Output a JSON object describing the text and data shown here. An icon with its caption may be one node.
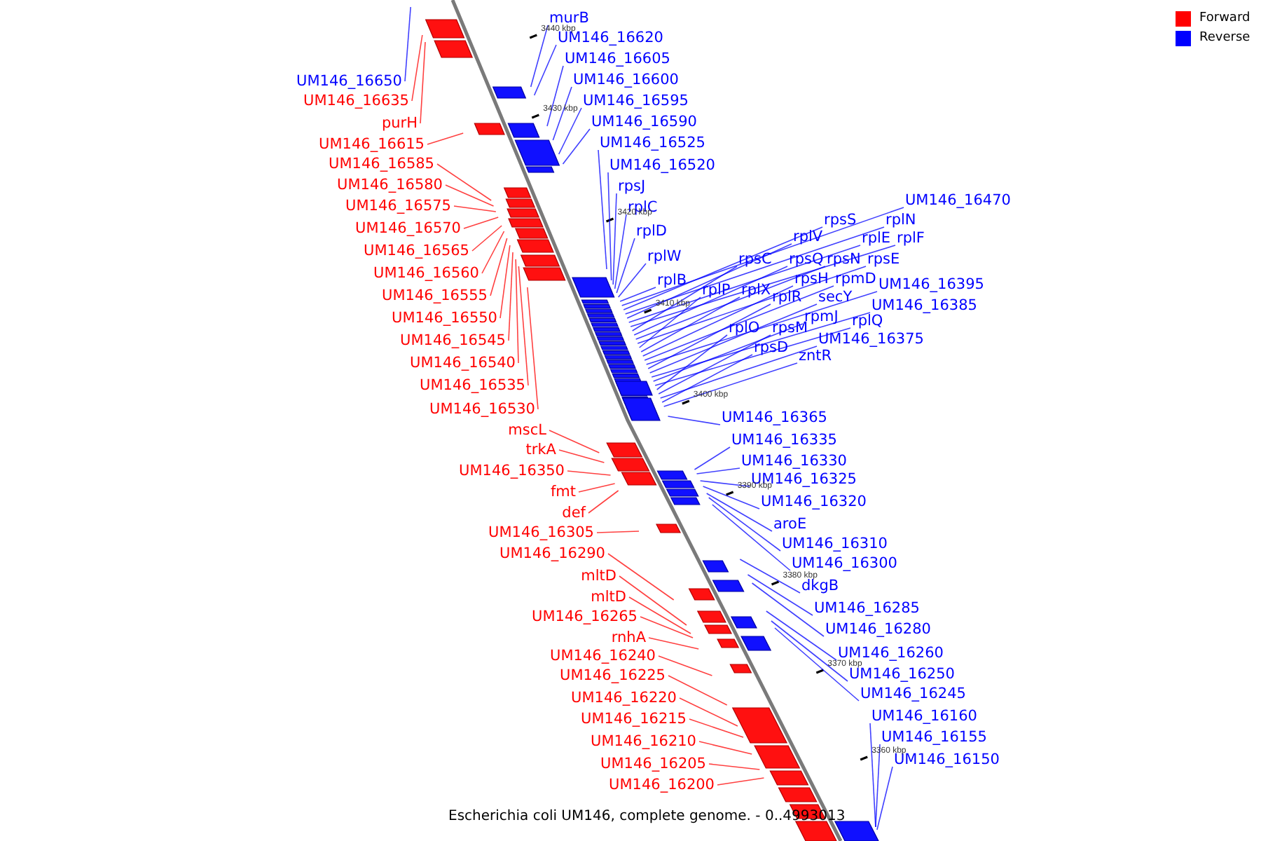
{
  "diagram": {
    "caption": "Escherichia coli UM146, complete genome. - 0..4993013",
    "nodes": [
      {
        "text": [
          "UM146_16650"
        ]
      },
      {
        "text": [
          "UM146_16635"
        ]
      },
      {
        "text": [
          "purH"
        ]
      },
      {
        "text": [
          "UM146_16615"
        ]
      },
      {
        "text": [
          "UM146_16585"
        ]
      },
      {
        "text": [
          "UM146_16580"
        ]
      },
      {
        "text": [
          "UM146_16575"
        ]
      },
      {
        "text": [
          "UM146_16570"
        ]
      },
      {
        "text": [
          "UM146_16565"
        ]
      },
      {
        "text": [
          "UM146_16560"
        ]
      },
      {
        "text": [
          "UM146_16555"
        ]
      },
      {
        "text": [
          "UM146_16550"
        ]
      },
      {
        "text": [
          "UM146_16545"
        ]
      },
      {
        "text": [
          "UM146_16540"
        ]
      },
      {
        "text": [
          "UM146_16535"
        ]
      },
      {
        "text": [
          "UM146_16530"
        ]
      },
      {
        "text": [
          "mscL"
        ]
      },
      {
        "text": [
          "trkA"
        ]
      },
      {
        "text": [
          "UM146_16350"
        ]
      },
      {
        "text": [
          "fmt"
        ]
      },
      {
        "text": [
          "def"
        ]
      },
      {
        "text": [
          "UM146_16305"
        ]
      },
      {
        "text": [
          "UM146_16290"
        ]
      },
      {
        "text": [
          "mltD"
        ]
      },
      {
        "text": [
          "mltD"
        ]
      },
      {
        "text": [
          "UM146_16265"
        ]
      },
      {
        "text": [
          "rnhA"
        ]
      },
      {
        "text": [
          "UM146_16240"
        ]
      },
      {
        "text": [
          "UM146_16225"
        ]
      },
      {
        "text": [
          "UM146_16220"
        ]
      },
      {
        "text": [
          "UM146_16215"
        ]
      },
      {
        "text": [
          "UM146_16210"
        ]
      },
      {
        "text": [
          "UM146_16205"
        ]
      },
      {
        "text": [
          "UM146_16200"
        ]
      },
      {
        "text": [
          "murB"
        ]
      },
      {
        "text": [
          "UM146_16620"
        ]
      },
      {
        "text": [
          "UM146_16605"
        ]
      },
      {
        "text": [
          "UM146_16600"
        ]
      },
      {
        "text": [
          "UM146_16595"
        ]
      },
      {
        "text": [
          "UM146_16590"
        ]
      },
      {
        "text": [
          "UM146_16525"
        ]
      },
      {
        "text": [
          "UM146_16520"
        ]
      },
      {
        "text": [
          "rpsJ"
        ]
      },
      {
        "text": [
          "rplC"
        ]
      },
      {
        "text": [
          "rplD"
        ]
      },
      {
        "text": [
          "rplW"
        ]
      },
      {
        "text": [
          "rplB"
        ]
      },
      {
        "text": [
          "UM146_16470"
        ]
      },
      {
        "text": [
          "rpsS"
        ]
      },
      {
        "text": [
          "rplN"
        ]
      },
      {
        "text": [
          "rplV"
        ]
      },
      {
        "text": [
          "rplE"
        ]
      },
      {
        "text": [
          "rplF"
        ]
      },
      {
        "text": [
          "rpsC"
        ]
      },
      {
        "text": [
          "rpsQ"
        ]
      },
      {
        "text": [
          "rpsN"
        ]
      },
      {
        "text": [
          "rpsE"
        ]
      },
      {
        "text": [
          "rplP"
        ]
      },
      {
        "text": [
          "rplX"
        ]
      },
      {
        "text": [
          "rpsH"
        ]
      },
      {
        "text": [
          "rpmD"
        ]
      },
      {
        "text": [
          "UM146_16395"
        ]
      },
      {
        "text": [
          "rplR"
        ]
      },
      {
        "text": [
          "secY"
        ]
      },
      {
        "text": [
          "UM146_16385"
        ]
      },
      {
        "text": [
          "rpmJ"
        ]
      },
      {
        "text": [
          "rplQ"
        ]
      },
      {
        "text": [
          "rplO"
        ]
      },
      {
        "text": [
          "rpsM"
        ]
      },
      {
        "text": [
          "UM146_16375"
        ]
      },
      {
        "text": [
          "rpsD"
        ]
      },
      {
        "text": [
          "zntR"
        ]
      },
      {
        "text": [
          "UM146_16365"
        ]
      },
      {
        "text": [
          "UM146_16335"
        ]
      },
      {
        "text": [
          "UM146_16330"
        ]
      },
      {
        "text": [
          "UM146_16325"
        ]
      },
      {
        "text": [
          "UM146_16320"
        ]
      },
      {
        "text": [
          "aroE"
        ]
      },
      {
        "text": [
          "UM146_16310"
        ]
      },
      {
        "text": [
          "UM146_16300"
        ]
      },
      {
        "text": [
          "dkgB"
        ]
      },
      {
        "text": [
          "UM146_16285"
        ]
      },
      {
        "text": [
          "UM146_16280"
        ]
      },
      {
        "text": [
          "UM146_16260"
        ]
      },
      {
        "text": [
          "UM146_16250"
        ]
      },
      {
        "text": [
          "UM146_16245"
        ]
      },
      {
        "text": [
          "UM146_16160"
        ]
      },
      {
        "text": [
          "UM146_16155"
        ]
      },
      {
        "text": [
          "UM146_16150"
        ]
      }
    ],
    "edges": [
      {
        "from": 0,
        "to": null,
        "arrow": "none"
      },
      {
        "from": 1,
        "to": null,
        "arrow": "none",
        "color": "#ff0000"
      },
      {
        "from": 2,
        "to": null,
        "arrow": "none",
        "color": "#ff0000"
      },
      {
        "from": 3,
        "to": null,
        "arrow": "none",
        "color": "#ff0000"
      },
      {
        "from": 4,
        "to": null,
        "arrow": "none",
        "color": "#ff0000"
      },
      {
        "from": 5,
        "to": null,
        "arrow": "none",
        "color": "#ff0000"
      },
      {
        "from": 6,
        "to": null,
        "arrow": "none",
        "color": "#ff0000"
      },
      {
        "from": 7,
        "to": null,
        "arrow": "none",
        "color": "#ff0000"
      },
      {
        "from": 8,
        "to": null,
        "arrow": "none",
        "color": "#ff0000"
      },
      {
        "from": 9,
        "to": null,
        "arrow": "none",
        "color": "#ff0000"
      },
      {
        "from": 10,
        "to": null,
        "arrow": "none",
        "color": "#ff0000"
      },
      {
        "from": 11,
        "to": null,
        "arrow": "none",
        "color": "#ff0000"
      },
      {
        "from": 12,
        "to": null,
        "arrow": "none",
        "color": "#ff0000"
      },
      {
        "from": 13,
        "to": null,
        "arrow": "none",
        "color": "#ff0000"
      },
      {
        "from": 14,
        "to": null,
        "arrow": "none",
        "color": "#ff0000"
      },
      {
        "from": 15,
        "to": null,
        "arrow": "none",
        "color": "#ff0000"
      },
      {
        "from": 16,
        "to": null,
        "arrow": "none",
        "color": "#ff0000"
      },
      {
        "from": 17,
        "to": null,
        "arrow": "none",
        "color": "#ff0000"
      },
      {
        "from": 18,
        "to": null,
        "arrow": "none",
        "color": "#ff0000"
      },
      {
        "from": 19,
        "to": null,
        "arrow": "none",
        "color": "#ff0000"
      },
      {
        "from": 20,
        "to": null,
        "arrow": "none",
        "color": "#ff0000"
      },
      {
        "from": 21,
        "to": null,
        "arrow": "none",
        "color": "#ff0000"
      },
      {
        "from": 22,
        "to": null,
        "arrow": "none",
        "color": "#ff0000"
      },
      {
        "from": 23,
        "to": null,
        "arrow": "none",
        "color": "#ff0000"
      },
      {
        "from": 24,
        "to": null,
        "arrow": "none",
        "color": "#ff0000"
      },
      {
        "from": 25,
        "to": null,
        "arrow": "none",
        "color": "#ff0000"
      },
      {
        "from": 26,
        "to": null,
        "arrow": "none",
        "color": "#ff0000"
      },
      {
        "from": 27,
        "to": null,
        "arrow": "none",
        "color": "#ff0000"
      },
      {
        "from": 28,
        "to": null,
        "arrow": "none",
        "color": "#ff0000"
      },
      {
        "from": 29,
        "to": null,
        "arrow": "none",
        "color": "#ff0000"
      },
      {
        "from": 30,
        "to": null,
        "arrow": "none",
        "color": "#ff0000"
      },
      {
        "from": 31,
        "to": null,
        "arrow": "none",
        "color": "#ff0000"
      },
      {
        "from": 32,
        "to": null,
        "arrow": "none",
        "color": "#ff0000"
      },
      {
        "from": 33,
        "to": null,
        "arrow": "none",
        "color": "#ff0000"
      },
      {
        "from": 34,
        "to": null,
        "arrow": "none"
      },
      {
        "from": 35,
        "to": null,
        "arrow": "none"
      },
      {
        "from": 36,
        "to": null,
        "arrow": "none"
      },
      {
        "from": 37,
        "to": null,
        "arrow": "none"
      },
      {
        "from": 38,
        "to": null,
        "arrow": "none"
      },
      {
        "from": 39,
        "to": null,
        "arrow": "none"
      },
      {
        "from": 40,
        "to": null,
        "arrow": "none"
      },
      {
        "from": 41,
        "to": null,
        "arrow": "none"
      },
      {
        "from": 42,
        "to": null,
        "arrow": "none"
      },
      {
        "from": 43,
        "to": null,
        "arrow": "none"
      },
      {
        "from": 44,
        "to": null,
        "arrow": "none"
      },
      {
        "from": 45,
        "to": null,
        "arrow": "none"
      },
      {
        "from": 46,
        "to": null,
        "arrow": "none"
      },
      {
        "from": 47,
        "to": null,
        "arrow": "none"
      },
      {
        "from": 48,
        "to": null,
        "arrow": "none"
      },
      {
        "from": 49,
        "to": null,
        "arrow": "none"
      },
      {
        "from": 50,
        "to": null,
        "arrow": "none"
      },
      {
        "from": 51,
        "to": null,
        "arrow": "none"
      },
      {
        "from": 52,
        "to": null,
        "arrow": "none"
      },
      {
        "from": 53,
        "to": null,
        "arrow": "none"
      },
      {
        "from": 54,
        "to": null,
        "arrow": "none"
      },
      {
        "from": 55,
        "to": null,
        "arrow": "none"
      },
      {
        "from": 56,
        "to": null,
        "arrow": "none"
      },
      {
        "from": 57,
        "to": null,
        "arrow": "none"
      },
      {
        "from": 58,
        "to": null,
        "arrow": "none"
      },
      {
        "from": 59,
        "to": null,
        "arrow": "none"
      },
      {
        "from": 60,
        "to": null,
        "arrow": "none"
      },
      {
        "from": 61,
        "to": null,
        "arrow": "none"
      },
      {
        "from": 62,
        "to": null,
        "arrow": "none"
      },
      {
        "from": 63,
        "to": null,
        "arrow": "none"
      },
      {
        "from": 64,
        "to": null,
        "arrow": "none"
      },
      {
        "from": 65,
        "to": null,
        "arrow": "none"
      },
      {
        "from": 66,
        "to": null,
        "arrow": "none"
      },
      {
        "from": 67,
        "to": null,
        "arrow": "none"
      },
      {
        "from": 68,
        "to": null,
        "arrow": "none"
      },
      {
        "from": 69,
        "to": null,
        "arrow": "none"
      },
      {
        "from": 70,
        "to": null,
        "arrow": "none"
      },
      {
        "from": 71,
        "to": null,
        "arrow": "none"
      },
      {
        "from": 72,
        "to": null,
        "arrow": "none"
      },
      {
        "from": 73,
        "to": null,
        "arrow": "none"
      },
      {
        "from": 74,
        "to": null,
        "arrow": "none"
      },
      {
        "from": 75,
        "to": null,
        "arrow": "none"
      },
      {
        "from": 76,
        "to": null,
        "arrow": "none"
      },
      {
        "from": 77,
        "to": null,
        "arrow": "none"
      },
      {
        "from": 78,
        "to": null,
        "arrow": "none"
      },
      {
        "from": 79,
        "to": null,
        "arrow": "none"
      },
      {
        "from": 80,
        "to": null,
        "arrow": "none"
      },
      {
        "from": 81,
        "to": null,
        "arrow": "none"
      },
      {
        "from": 82,
        "to": null,
        "arrow": "none"
      },
      {
        "from": 83,
        "to": null,
        "arrow": "none"
      },
      {
        "from": 84,
        "to": null,
        "arrow": "none"
      },
      {
        "from": 85,
        "to": null,
        "arrow": "none"
      },
      {
        "from": 86,
        "to": null,
        "arrow": "none"
      },
      {
        "from": 87,
        "to": null,
        "arrow": "none"
      },
      {
        "from": 88,
        "to": null,
        "arrow": "none"
      }
    ],
    "labels": [
      "3440 kbp",
      "3430 kbp",
      "3420 kbp",
      "3410 kbp",
      "3400 kbp",
      "3390 kbp",
      "3380 kbp",
      "3370 kbp",
      "3360 kbp"
    ],
    "legend": [
      {
        "text": "Forward",
        "color": "#ff0000"
      },
      {
        "text": "Reverse",
        "color": "#0000ff"
      }
    ]
  }
}
